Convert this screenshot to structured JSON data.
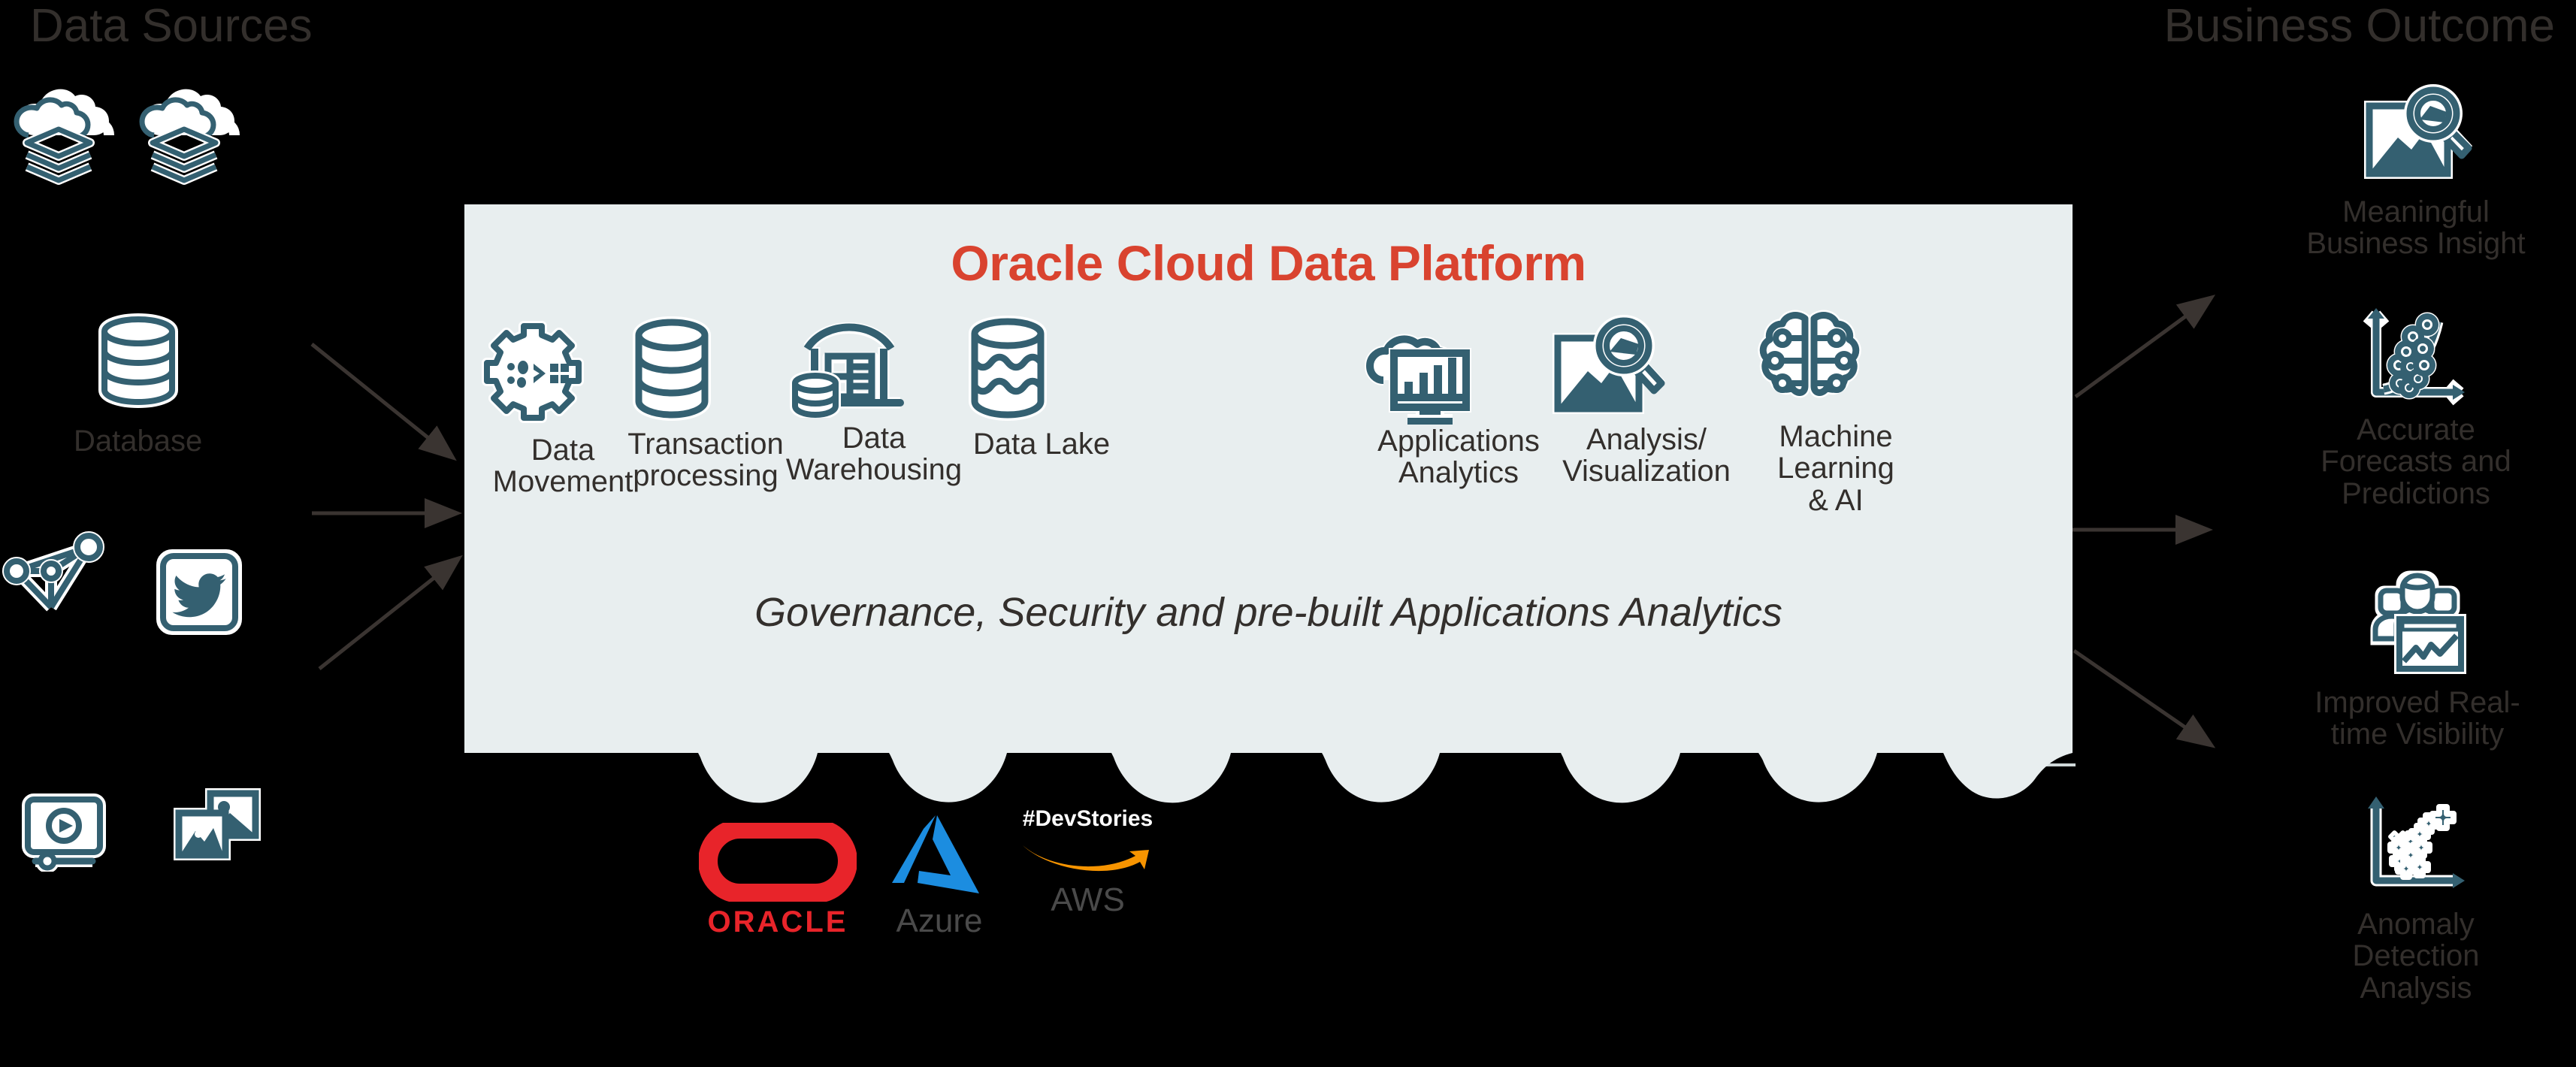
{
  "colors": {
    "background": "#000000",
    "panel_fill": "#e8eeef",
    "icon_teal": "#346071",
    "title_red": "#d9432f",
    "text_dark": "#332f2c",
    "arrow_gray": "#3a3431",
    "oracle_red": "#e8242a",
    "azure_blue": "#1c8de0",
    "aws_orange": "#f79400",
    "aws_gray": "#4a4a4a"
  },
  "left": {
    "heading": "Data Sources",
    "items": [
      {
        "icon": "cloud-data-icon",
        "label": ""
      },
      {
        "icon": "cloud-data-icon",
        "label": ""
      },
      {
        "icon": "database-icon",
        "label": "Database"
      },
      {
        "icon": "social-network-icon",
        "label": ""
      },
      {
        "icon": "twitter-icon",
        "label": ""
      },
      {
        "icon": "video-player-icon",
        "label": ""
      },
      {
        "icon": "images-icon",
        "label": ""
      }
    ]
  },
  "panel": {
    "title": "Oracle Cloud Data Platform",
    "capabilities": [
      {
        "icon": "data-movement-gear-icon",
        "label": "Data\nMovement"
      },
      {
        "icon": "database-cylinder-icon",
        "label": "Transaction\nprocessing"
      },
      {
        "icon": "warehouse-icon",
        "label": "Data\nWarehousing"
      },
      {
        "icon": "data-lake-icon",
        "label": "Data Lake"
      },
      {
        "icon": "cloud-analytics-monitor-icon",
        "label": "Applications\nAnalytics"
      },
      {
        "icon": "image-magnifier-icon",
        "label": "Analysis/\nVisualization"
      },
      {
        "icon": "brain-circuit-icon",
        "label": "Machine\nLearning\n& AI"
      }
    ],
    "footer": "Governance, Security and pre-built Applications Analytics"
  },
  "logos": [
    {
      "icon": "oracle-logo",
      "wordmark": "ORACLE",
      "tagline": ""
    },
    {
      "icon": "azure-logo",
      "wordmark": "Azure",
      "tagline": ""
    },
    {
      "icon": "aws-logo",
      "wordmark": "AWS",
      "tagline": "#DevStories"
    }
  ],
  "right": {
    "heading": "Business Outcome",
    "items": [
      {
        "icon": "insight-magnifier-chart-icon",
        "label": "Meaningful\nBusiness Insight"
      },
      {
        "icon": "forecast-scatter-icon",
        "label": "Accurate\nForecasts and\nPredictions"
      },
      {
        "icon": "team-dashboard-icon",
        "label": "Improved Real-\ntime Visibility"
      },
      {
        "icon": "anomaly-scatter-icon",
        "label": "Anomaly\nDetection\nAnalysis"
      }
    ]
  }
}
